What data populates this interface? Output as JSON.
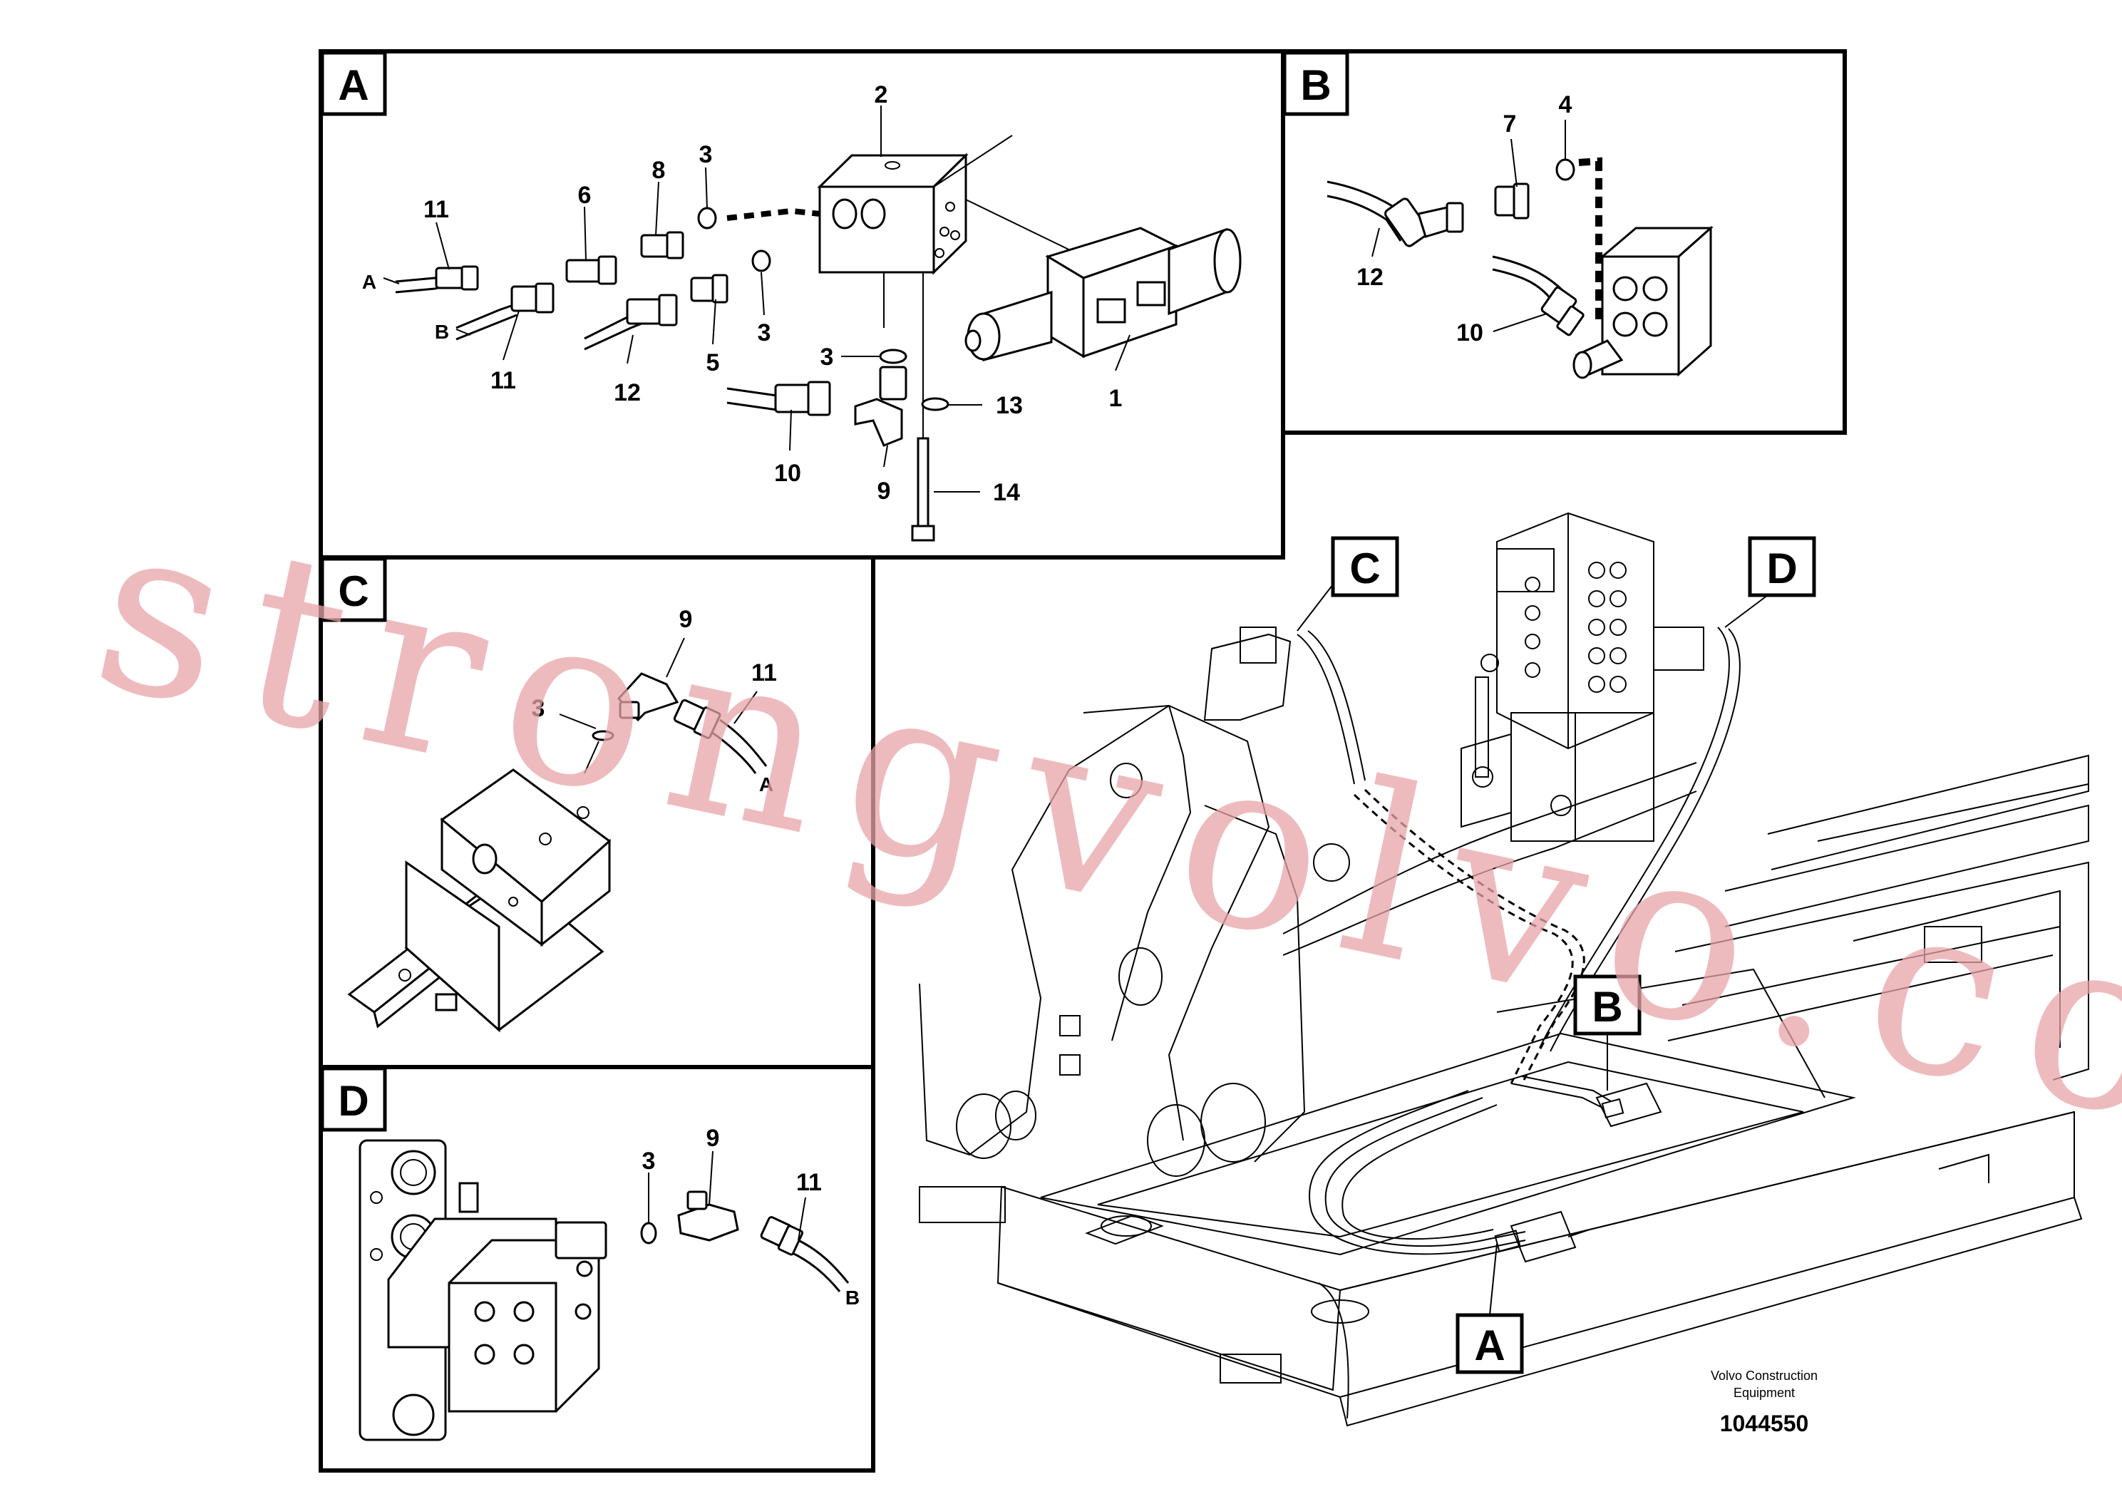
{
  "panels": {
    "A": {
      "letter": "A",
      "callouts": [
        "2",
        "11",
        "6",
        "8",
        "3",
        "A",
        "B",
        "11",
        "12",
        "3",
        "5",
        "3",
        "1",
        "13",
        "10",
        "9",
        "14"
      ]
    },
    "B": {
      "letter": "B",
      "callouts": [
        "7",
        "4",
        "12",
        "10"
      ]
    },
    "C": {
      "letter": "C",
      "callouts": [
        "9",
        "3",
        "11",
        "A"
      ]
    },
    "D": {
      "letter": "D",
      "callouts": [
        "3",
        "9",
        "11",
        "B"
      ]
    }
  },
  "overview": {
    "callouts": [
      "C",
      "D",
      "B",
      "A"
    ]
  },
  "footer": {
    "maker_line1": "Volvo Construction",
    "maker_line2": "Equipment",
    "drawing_number": "1044550"
  },
  "watermark": "strongvolvo.com",
  "colors": {
    "line": "#000000",
    "background": "#ffffff",
    "watermark": "#e7a4a8"
  }
}
